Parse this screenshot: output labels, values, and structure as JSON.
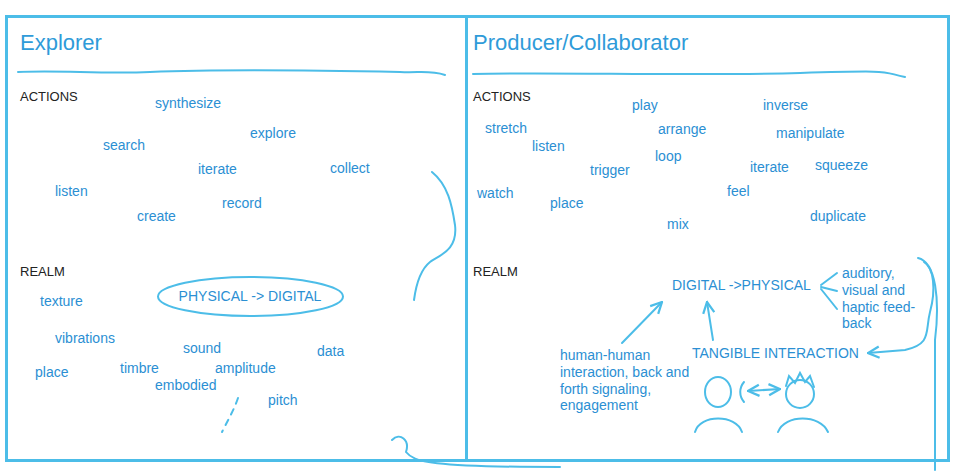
{
  "diagram": {
    "nodes": [
      {
        "text": [
          "Explorer",
          "ACTIONS",
          "synthesize",
          "explore",
          "search",
          "iterate",
          "collect",
          "listen",
          "record",
          "create",
          "REALM",
          "texture",
          "vibrations",
          "sound",
          "data",
          "place",
          "timbre",
          "amplitude",
          "embodied",
          "pitch"
        ]
      },
      {
        "text": [
          "PHYSICAL -> DIGITAL"
        ],
        "in": 0
      },
      {
        "text": [
          "Producer/Collaborator",
          "ACTIONS",
          "play",
          "inverse",
          "stretch",
          "arrange",
          "manipulate",
          "listen",
          "loop",
          "trigger",
          "iterate",
          "squeeze",
          "watch",
          "feel",
          "place",
          "duplicate",
          "mix",
          "REALM",
          "DIGITAL ->PHYSICAL",
          "auditory, visual and haptic feed-back",
          "human-human interaction, back and forth signaling, engagement",
          "TANGIBLE INTERACTION"
        ]
      }
    ]
  }
}
